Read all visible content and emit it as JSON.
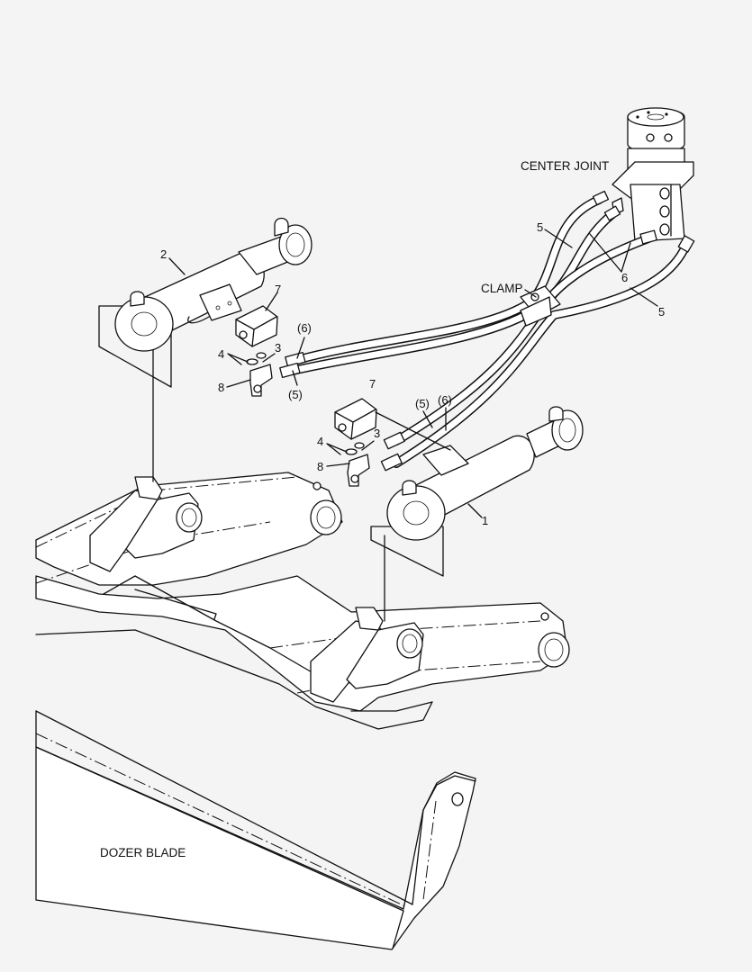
{
  "labels": {
    "center_joint": "CENTER JOINT",
    "clamp": "CLAMP",
    "dozer_blade": "DOZER BLADE",
    "hose_5_top_a": "5",
    "hose_5_right": "5",
    "hose_6_right": "6",
    "cyl_2": "2",
    "cyl_1": "1",
    "valve_7_upper": "7",
    "valve_7_lower": "7",
    "washer_4_upper": "4",
    "washer_4_lower": "4",
    "fitting_3_upper": "3",
    "fitting_3_lower": "3",
    "elbow_8_upper": "8",
    "elbow_8_lower": "8",
    "hose_6_paren_upper": "(6)",
    "hose_5_paren_upper": "(5)",
    "hose_5_paren_lower": "(5)",
    "hose_6_paren_lower": "(6)"
  }
}
